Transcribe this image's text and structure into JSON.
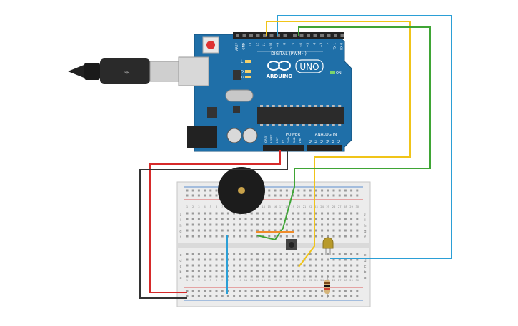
{
  "board": {
    "logo": "ARDUINO",
    "model": "UNO",
    "digital_label": "DIGITAL (PWM~)",
    "power_label": "POWER",
    "analog_label": "ANALOG IN",
    "on_label": "ON",
    "l_label": "L",
    "tx_label": "TX",
    "rx_label": "RX",
    "top_pins": [
      "AREF",
      "GND",
      "13",
      "12",
      "~11",
      "~10",
      "~9",
      "8",
      "7",
      "~6",
      "~5",
      "4",
      "~3",
      "2",
      "TX 1",
      "RX 0"
    ],
    "power_pins": [
      "IOREF",
      "RESET",
      "3.3V",
      "5V",
      "GND",
      "GND",
      "VIN"
    ],
    "analog_pins": [
      "A0",
      "A1",
      "A2",
      "A3",
      "A4",
      "A5"
    ]
  },
  "breadboard": {
    "row_letters_top": [
      "j",
      "i",
      "h",
      "g",
      "f"
    ],
    "row_letters_bottom": [
      "e",
      "d",
      "c",
      "b",
      "a"
    ],
    "column_numbers": [
      "1",
      "2",
      "3",
      "4",
      "5",
      "6",
      "7",
      "8",
      "9",
      "10",
      "11",
      "12",
      "13",
      "14",
      "15",
      "16",
      "17",
      "18",
      "19",
      "20",
      "21",
      "22",
      "23",
      "24",
      "25",
      "26",
      "27",
      "28",
      "29",
      "30"
    ]
  },
  "colors": {
    "board_blue": "#1f6fa8",
    "wire_red": "#d62a2a",
    "wire_black": "#333333",
    "wire_yellow": "#f0c419",
    "wire_green": "#3fa535",
    "wire_blue": "#2b9fd6",
    "wire_orange": "#f08c2a"
  }
}
